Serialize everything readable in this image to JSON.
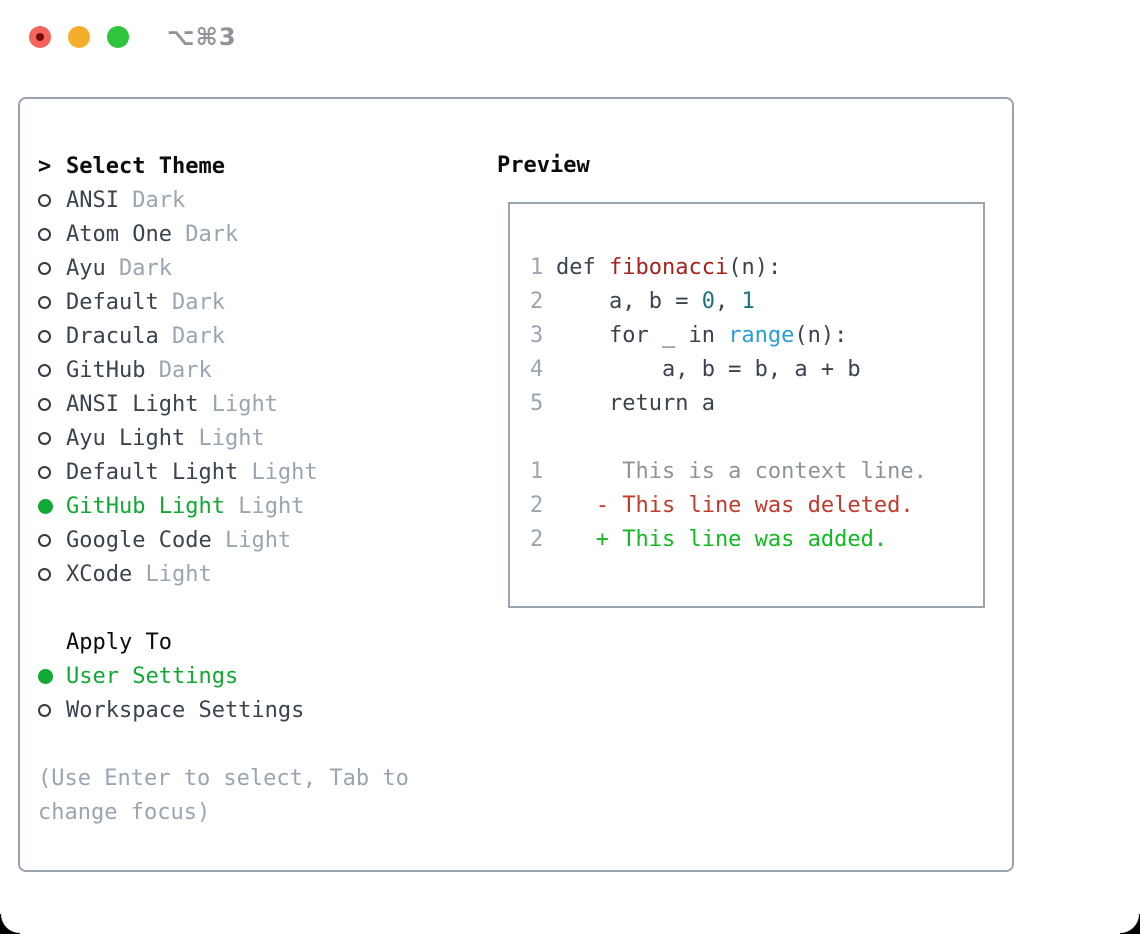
{
  "window": {
    "title": "⌥⌘3",
    "traffic_lights": [
      {
        "name": "close",
        "color": "#f4635c",
        "inner_dot": "#750b06"
      },
      {
        "name": "minimize",
        "color": "#f5ae29"
      },
      {
        "name": "zoom",
        "color": "#2fc33e"
      }
    ]
  },
  "theme_list": {
    "cursor_glyph": ">",
    "header": "Select Theme",
    "items": [
      {
        "name": "ANSI",
        "variant": "Dark",
        "selected": false
      },
      {
        "name": "Atom One",
        "variant": "Dark",
        "selected": false
      },
      {
        "name": "Ayu",
        "variant": "Dark",
        "selected": false
      },
      {
        "name": "Default",
        "variant": "Dark",
        "selected": false
      },
      {
        "name": "Dracula",
        "variant": "Dark",
        "selected": false
      },
      {
        "name": "GitHub",
        "variant": "Dark",
        "selected": false
      },
      {
        "name": "ANSI Light",
        "variant": "Light",
        "selected": false
      },
      {
        "name": "Ayu Light",
        "variant": "Light",
        "selected": false
      },
      {
        "name": "Default Light",
        "variant": "Light",
        "selected": false
      },
      {
        "name": "GitHub Light",
        "variant": "Light",
        "selected": true
      },
      {
        "name": "Google Code",
        "variant": "Light",
        "selected": false
      },
      {
        "name": "XCode",
        "variant": "Light",
        "selected": false
      }
    ]
  },
  "apply_to": {
    "header": "Apply To",
    "options": [
      {
        "label": "User Settings",
        "selected": true
      },
      {
        "label": "Workspace Settings",
        "selected": false
      }
    ]
  },
  "hint": {
    "line1": "(Use Enter to select, Tab to",
    "line2": "change focus)"
  },
  "preview": {
    "title": "Preview",
    "lines": [
      {
        "num": "1",
        "segments": [
          {
            "t": "def ",
            "c": "plain"
          },
          {
            "t": "fibonacci",
            "c": "function"
          },
          {
            "t": "(n):",
            "c": "plain"
          }
        ]
      },
      {
        "num": "2",
        "segments": [
          {
            "t": "    a, b = ",
            "c": "plain"
          },
          {
            "t": "0",
            "c": "number"
          },
          {
            "t": ", ",
            "c": "plain"
          },
          {
            "t": "1",
            "c": "number"
          }
        ]
      },
      {
        "num": "3",
        "segments": [
          {
            "t": "    for _ in ",
            "c": "plain"
          },
          {
            "t": "range",
            "c": "builtin"
          },
          {
            "t": "(n):",
            "c": "plain"
          }
        ]
      },
      {
        "num": "4",
        "segments": [
          {
            "t": "        a, b = b, a + b",
            "c": "plain"
          }
        ]
      },
      {
        "num": "5",
        "segments": [
          {
            "t": "    return a",
            "c": "plain"
          }
        ]
      },
      {
        "num": "",
        "segments": []
      },
      {
        "num": "1",
        "segments": [
          {
            "t": "     This is a context line.",
            "c": "context"
          }
        ]
      },
      {
        "num": "2",
        "segments": [
          {
            "t": "   - This line was deleted.",
            "c": "deleted"
          }
        ]
      },
      {
        "num": "2",
        "segments": [
          {
            "t": "   + This line was added.",
            "c": "added"
          }
        ]
      }
    ]
  },
  "colors": {
    "text": "#3b434e",
    "dim": "#9aa5b2",
    "black": "#0c0c0c",
    "selected_green": "#11a834",
    "added_green": "#13b922",
    "deleted_red": "#c23a2c",
    "function_red": "#a5231c",
    "number_teal": "#17777c",
    "builtin_blue": "#2b9fd6",
    "context_gray": "#8d949c",
    "border": "#9aa3ae",
    "title_gray": "#8e939a"
  }
}
